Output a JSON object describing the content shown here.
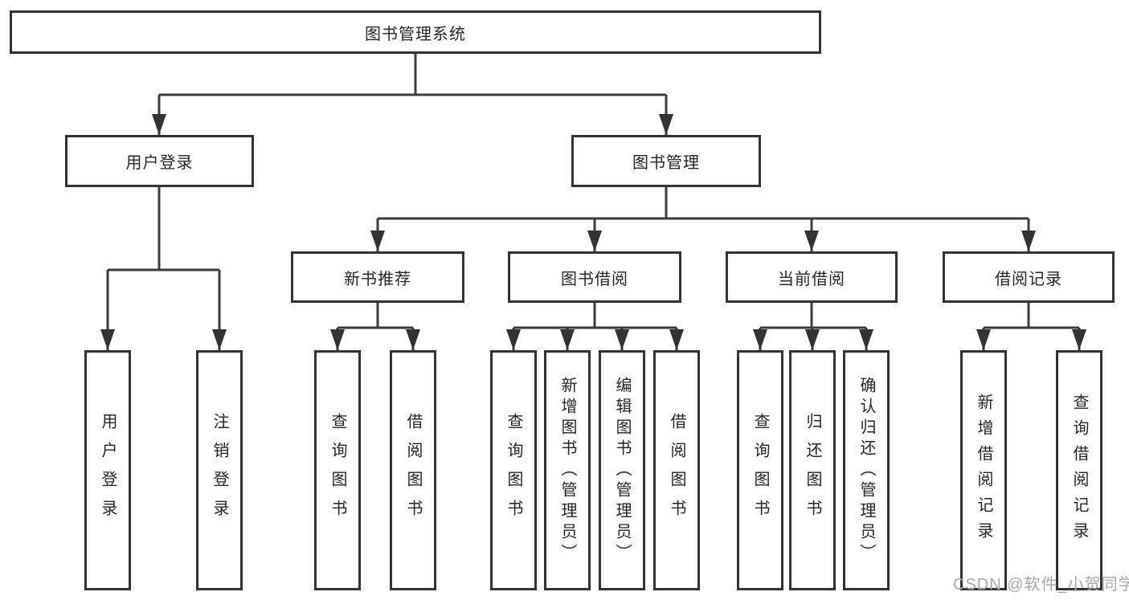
{
  "tree": {
    "root": "图书管理系统",
    "level2": [
      "用户登录",
      "图书管理"
    ],
    "level3": [
      "新书推荐",
      "图书借阅",
      "当前借阅",
      "借阅记录"
    ],
    "leaves_login": [
      "用户登录",
      "注销登录"
    ],
    "leaves_newbook": [
      "查询图书",
      "借阅图书"
    ],
    "leaves_borrow": [
      "查询图书",
      "新增图书（管理员）",
      "编辑图书（管理员）",
      "借阅图书"
    ],
    "leaves_current": [
      "查询图书",
      "归还图书",
      "确认归还（管理员）"
    ],
    "leaves_records": [
      "新增借阅记录",
      "查询借阅记录"
    ]
  },
  "watermark": "CSDN @软件_小贺同学",
  "colors": {
    "line": "#3c3c3c",
    "box_border": "#333333",
    "text": "#262626",
    "watermark": "#a9a9a9",
    "background": "#ffffff"
  }
}
